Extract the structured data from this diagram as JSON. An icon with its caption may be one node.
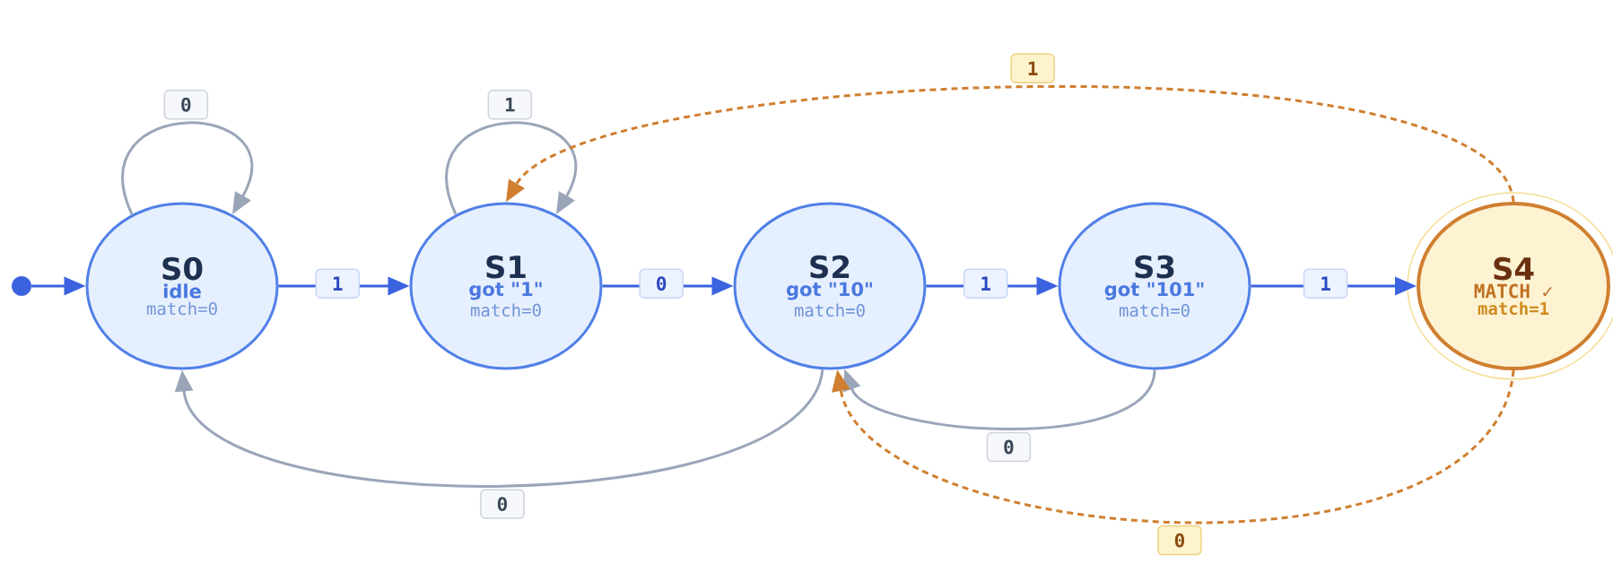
{
  "diagram": {
    "nodes": [
      {
        "text": [],
        "shape": "circle"
      },
      {
        "text": [
          "S0",
          "idle",
          "match=0"
        ]
      },
      {
        "text": [
          "S1",
          "got \"1\"",
          "match=0"
        ]
      },
      {
        "text": [
          "S2",
          "got \"10\"",
          "match=0"
        ]
      },
      {
        "text": [
          "S3",
          "got \"101\"",
          "match=0"
        ]
      },
      {
        "text": [
          "S4",
          "MATCH ✓",
          "match=1"
        ]
      }
    ],
    "edges": [
      {
        "from": 0,
        "to": 1,
        "arrow": "to"
      },
      {
        "from": 1,
        "to": 1,
        "arrow": "to",
        "label": "0",
        "color": "#9aa5b8"
      },
      {
        "from": 1,
        "to": 2,
        "arrow": "to",
        "label": "1"
      },
      {
        "from": 2,
        "to": 2,
        "arrow": "to",
        "label": "1",
        "color": "#9aa5b8"
      },
      {
        "from": 2,
        "to": 3,
        "arrow": "to",
        "label": "0"
      },
      {
        "from": 3,
        "to": 1,
        "arrow": "to",
        "label": "0",
        "color": "#9aa5b8"
      },
      {
        "from": 3,
        "to": 4,
        "arrow": "to",
        "label": "1"
      },
      {
        "from": 4,
        "to": 3,
        "arrow": "to",
        "label": "0",
        "color": "#9aa5b8"
      },
      {
        "from": 4,
        "to": 5,
        "arrow": "to",
        "label": "1"
      },
      {
        "from": 5,
        "to": 2,
        "arrow": "to",
        "label": "1",
        "style": "dashed",
        "color": "#d07f30"
      },
      {
        "from": 5,
        "to": 3,
        "arrow": "to",
        "label": "0",
        "style": "dashed",
        "color": "#d07f30"
      }
    ]
  }
}
